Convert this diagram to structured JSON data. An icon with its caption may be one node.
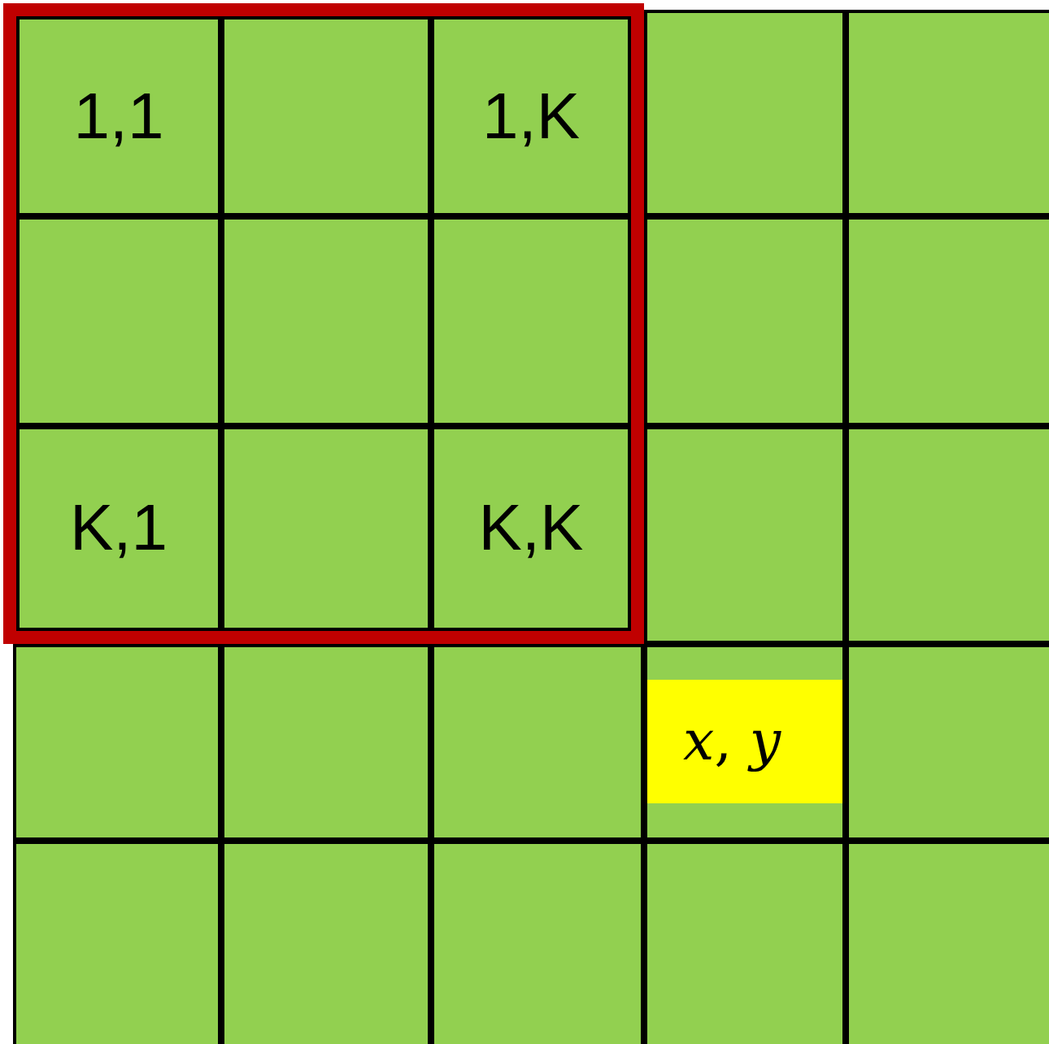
{
  "diagram": {
    "nodes": [
      {
        "text": [],
        "shape": "box"
      },
      {
        "text": [
          "1,1"
        ],
        "in": 0
      },
      {
        "text": [],
        "shape": "box",
        "in": 0
      },
      {
        "text": [
          "1,K"
        ],
        "in": 0
      },
      {
        "text": [],
        "shape": "box"
      },
      {
        "text": [],
        "shape": "box"
      },
      {
        "text": [],
        "shape": "box",
        "in": 0
      },
      {
        "text": [],
        "shape": "box",
        "in": 0
      },
      {
        "text": [],
        "shape": "box",
        "in": 0
      },
      {
        "text": [],
        "shape": "box"
      },
      {
        "text": [],
        "shape": "box"
      },
      {
        "text": [
          "K,1"
        ],
        "in": 0
      },
      {
        "text": [],
        "shape": "box",
        "in": 0
      },
      {
        "text": [
          "K,K"
        ],
        "in": 0
      },
      {
        "text": [],
        "shape": "box"
      },
      {
        "text": [],
        "shape": "box"
      },
      {
        "text": [],
        "shape": "box"
      },
      {
        "text": [],
        "shape": "box"
      },
      {
        "text": [],
        "shape": "box"
      },
      {
        "text": [],
        "shape": "box"
      },
      {
        "text": [],
        "shape": "box"
      },
      {
        "text": [],
        "shape": "box"
      },
      {
        "text": [],
        "shape": "box"
      },
      {
        "text": [],
        "shape": "box"
      },
      {
        "text": [],
        "shape": "box"
      },
      {
        "text": [],
        "shape": "box"
      },
      {
        "text": [
          "*x*, *y*"
        ],
        "in": 19
      }
    ]
  }
}
